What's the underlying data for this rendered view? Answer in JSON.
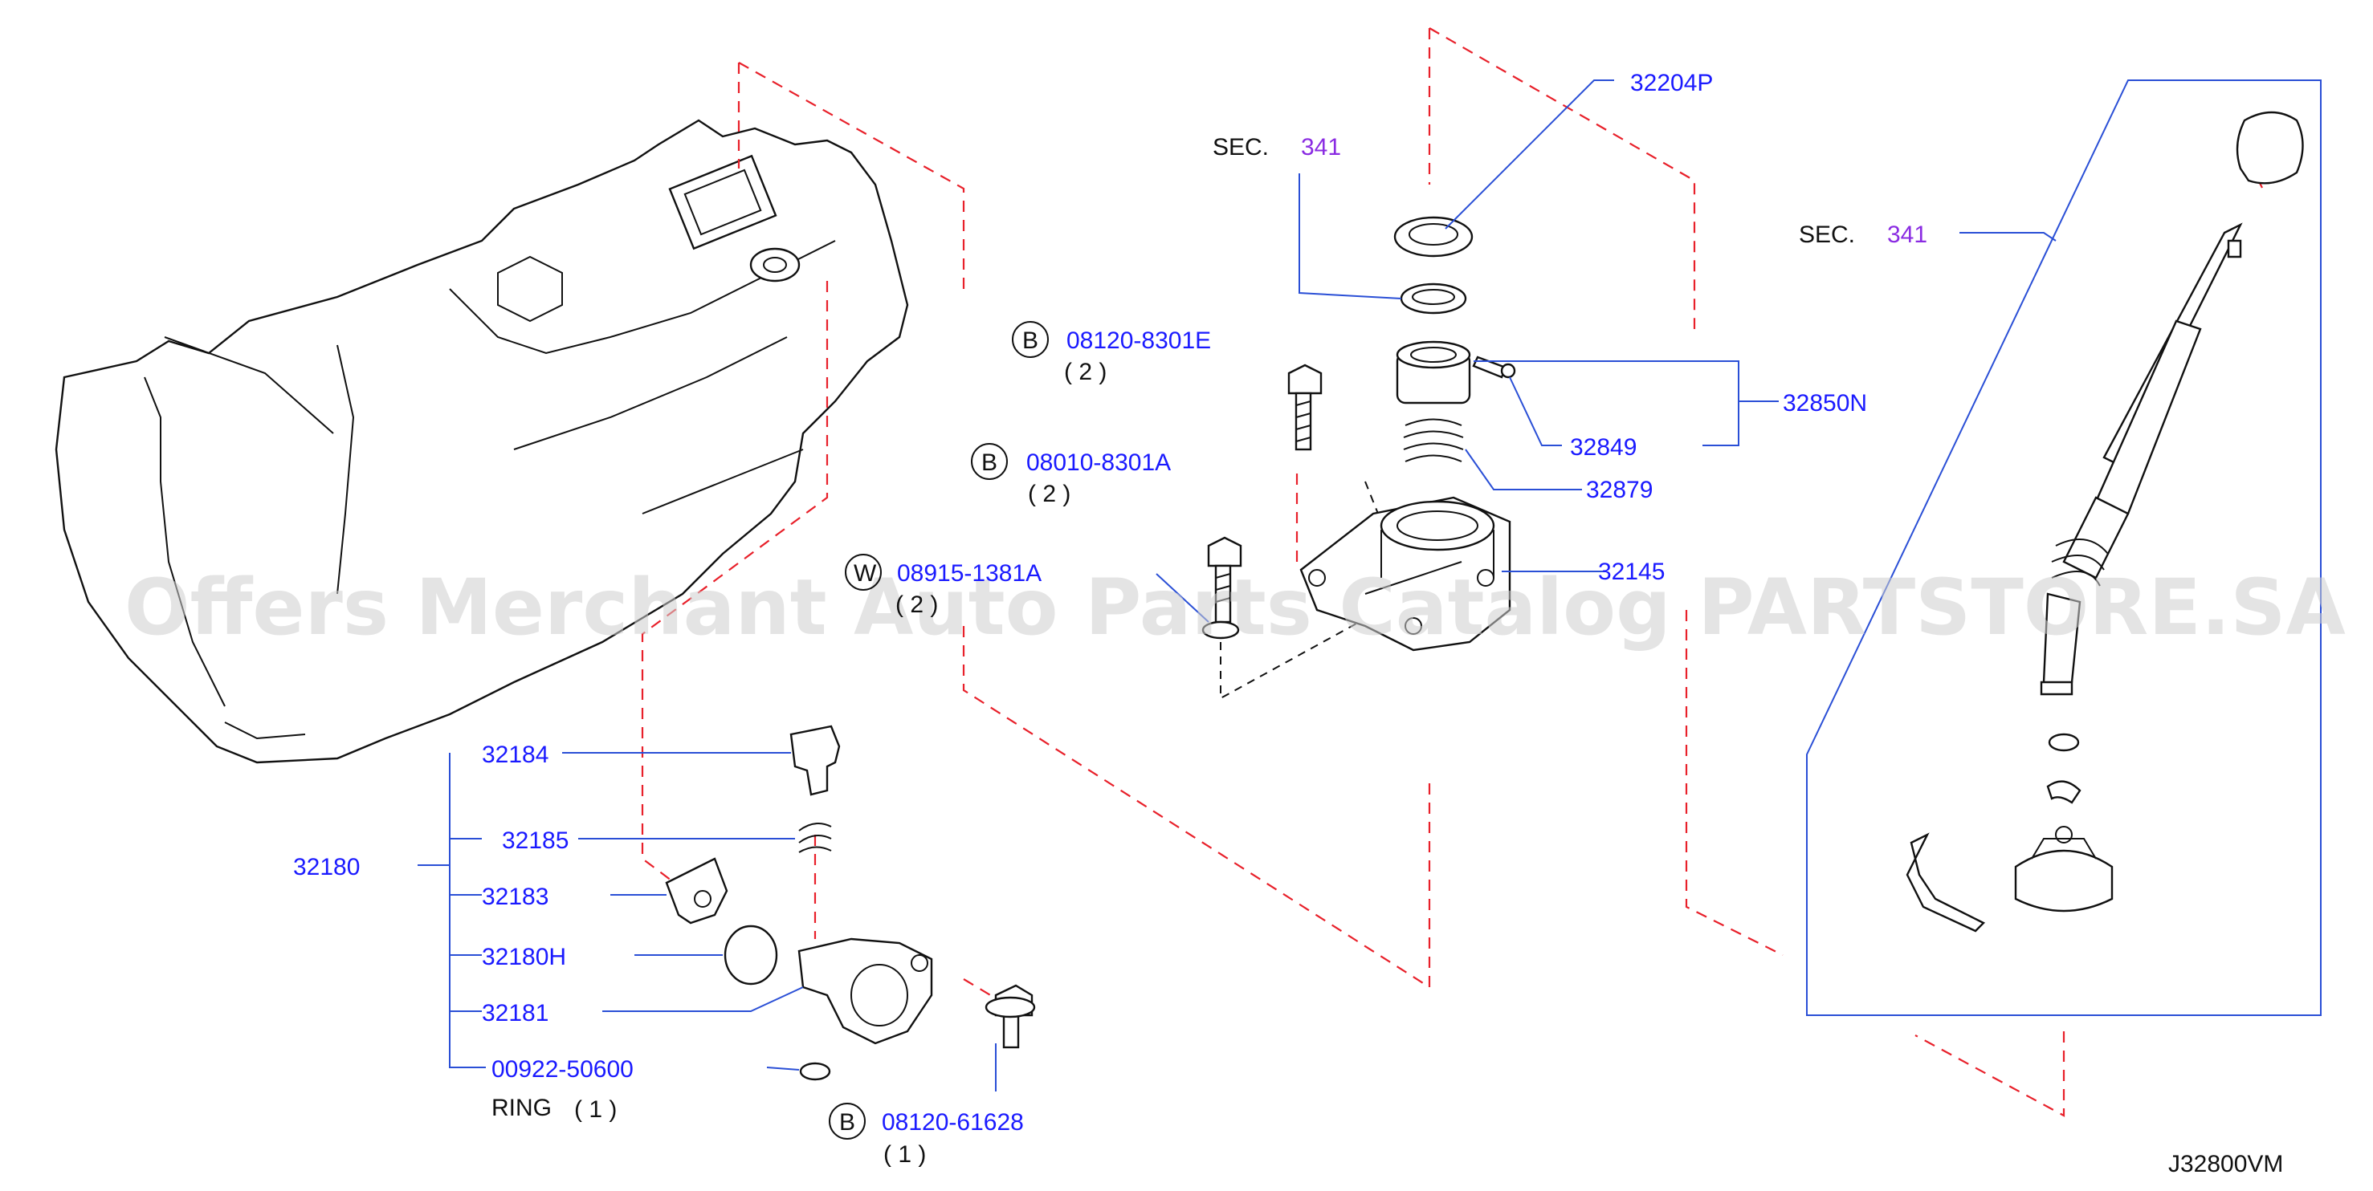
{
  "labels": {
    "p32204P": "32204P",
    "p32850N": "32850N",
    "p32849": "32849",
    "p32879": "32879",
    "p32145": "32145",
    "p32184": "32184",
    "p32185": "32185",
    "p32180": "32180",
    "p32183": "32183",
    "p32180H": "32180H",
    "p32181": "32181",
    "p00922": "00922-50600",
    "ring": "RING",
    "ring_qty": "( 1 )",
    "b1_part": "08120-8301E",
    "b1_qty": "( 2 )",
    "b2_part": "08010-8301A",
    "b2_qty": "( 2 )",
    "w_part": "08915-1381A",
    "w_qty": "( 2 )",
    "b3_part": "08120-61628",
    "b3_qty": "( 1 )",
    "sec_prefix": "SEC.",
    "sec_num": "341",
    "badge_b": "B",
    "badge_w": "W",
    "diagram_code": "J32800VM"
  },
  "watermark": "Offers Merchant Auto Parts Catalog PARTSTORE.SA",
  "colors": {
    "label_blue": "#1a1aff",
    "section_purple": "#8a2be2",
    "dash_red": "#e8202a",
    "leader_blue": "#2a4fd6"
  }
}
